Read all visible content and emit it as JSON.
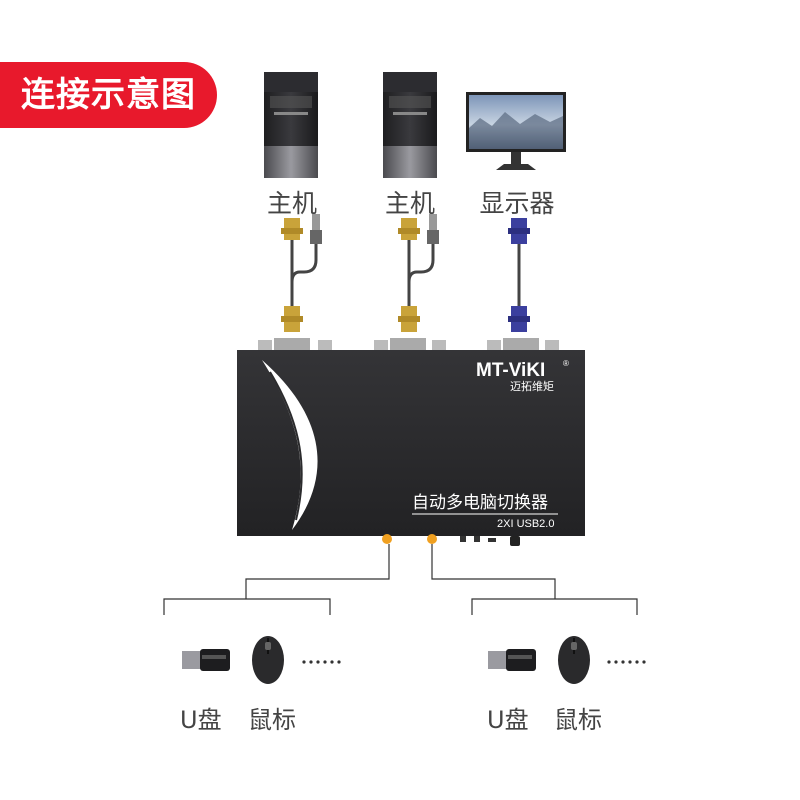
{
  "title_badge": "连接示意图",
  "devices": {
    "host_1": "主机",
    "host_2": "主机",
    "monitor": "显示器"
  },
  "switch": {
    "brand": "MT-ViKI",
    "brand_mark": "®",
    "brand_cn": "迈拓维矩",
    "product_name": "自动多电脑切换器",
    "model": "2XI USB2.0"
  },
  "peripherals_left": {
    "usb": "U盘",
    "mouse": "鼠标"
  },
  "peripherals_right": {
    "usb": "U盘",
    "mouse": "鼠标"
  },
  "colors": {
    "badge": "#e8192c",
    "switch_body": "#2b2b2d",
    "vga_gold": "#c9a33a",
    "vga_blue": "#3b3f9e",
    "port_orange": "#f0a020"
  }
}
